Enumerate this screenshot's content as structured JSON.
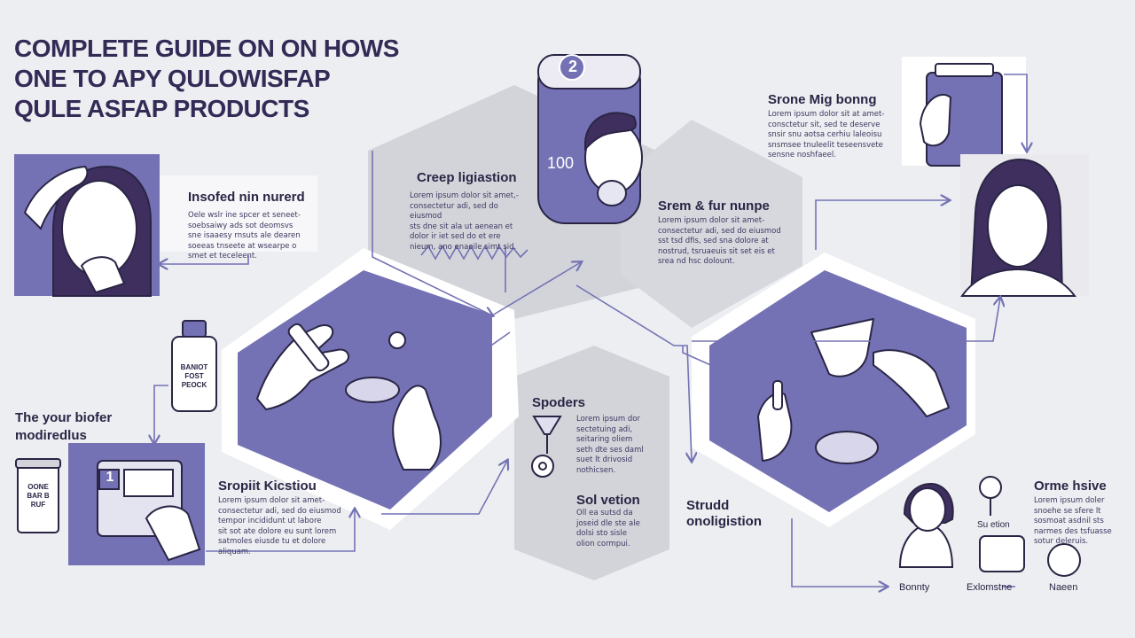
{
  "title": {
    "line1": "COMPLETE GUIDE ON ON HOWS",
    "line2": "ONE TO APY QULOWISFAP",
    "line3": "QULE ASFAP PRODUCTS"
  },
  "steps": {
    "insofed": {
      "heading": "Insofed nin nurerd",
      "body": "Oele wslr ine spcer et seneet-\nsoebsaiwy ads sot deomsvs\nsne isaaesy rnsuts ale dearen\nsoeeas tnseete at wsearpe o\nsmet et teceleent."
    },
    "creep": {
      "heading": "Creep ligiastion",
      "body": "Lorem ipsum dolor sit amet,-\nconsectetur adi, sed do eiusmod\nsts dne sit ala ut aenean et\ndolor ir iet sed do et ere\nnieum, ano enaoile simt sid."
    },
    "srone": {
      "heading": "Srone Mig bonng",
      "body": "Lorem ipsum dolor sit at amet-\nconsctetur sit, sed te deserve\nsnsir snu aotsa cerhiu laleoisu\nsnsmsee tnuleelit teseensvete\nsensne noshfaeel."
    },
    "srem": {
      "heading": "Srem & fur nunpe",
      "body": "Lorem ipsum dolor sit amet-\nconsectetur adi, sed do eiusmod\nsst tsd dfis, sed sna dolore at\nnostrud, tsruaeuis sit set eis et\nsrea nd hsc dolount."
    },
    "biofer": {
      "heading": "The your biofer\nmodiredlus"
    },
    "sropiit": {
      "heading": "Sropiit Kicstiou",
      "body": "Lorem ipsum dolor sit amet-\nconsectetur adi, sed do eiusmod\ntempor incididunt ut labore\nsit sot ate dolore eu sunt lorem\nsatmoles eiusde tu et dolore\naliquam."
    },
    "spoders": {
      "heading": "Spoders",
      "body": "Lorem ipsum dor\nsectetuing adi,\nseitaring oliem\nseth dte ses daml\nsuet lt drivosid\nnothicsen."
    },
    "solvetion": {
      "heading": "Sol vetion",
      "body": "Oll ea sutsd da\njoseid dle ste ale\ndolsi sto sisle\nolion cormpui."
    },
    "strudd": {
      "heading": "Strudd\nonoligistion"
    },
    "orme": {
      "heading": "Orme hsive",
      "body": "Lorem ipsum doler\nsnoehe se sfere lt\nsosmoat asdnil sts\nnarmes des tsfuasse\nsotur deleruis."
    }
  },
  "labels": {
    "step1": "1",
    "step2": "2",
    "can_number": "100",
    "bottle_label": "BANIOT\nFOST\nPEOCK",
    "jar_label": "OONE\nBAR B\nRUF",
    "option": "Su etion",
    "bonnty": "Bonnty",
    "exlomstne": "Exlomstne",
    "naeen": "Naeen"
  },
  "colors": {
    "primary": "#7472b4",
    "dark": "#332a56",
    "hex_gray": "#d2d4da",
    "background": "#eceef1"
  }
}
